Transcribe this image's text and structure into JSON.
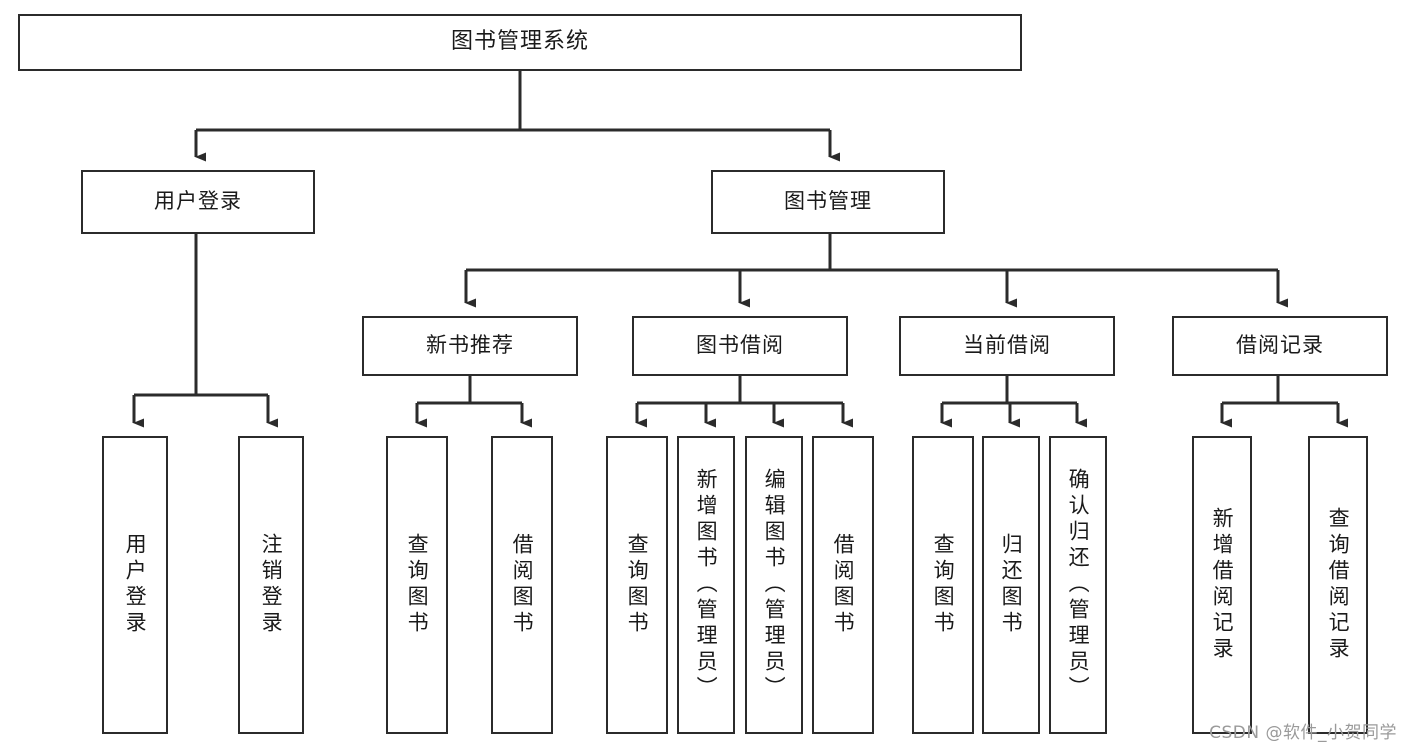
{
  "diagram": {
    "title": "图书管理系统",
    "type": "tree",
    "colors": {
      "box_border": "#2b2b2b",
      "box_fill": "#ffffff",
      "connector": "#2b2b2b",
      "text": "#1a1a1a",
      "watermark": "#9a9a9a",
      "background": "#ffffff"
    },
    "root": {
      "label": "图书管理系统"
    },
    "level2": [
      {
        "label": "用户登录"
      },
      {
        "label": "图书管理"
      }
    ],
    "level3": [
      {
        "label": "新书推荐"
      },
      {
        "label": "图书借阅"
      },
      {
        "label": "当前借阅"
      },
      {
        "label": "借阅记录"
      }
    ],
    "leaves": {
      "user_login": [
        {
          "label": "用户登录"
        },
        {
          "label": "注销登录"
        }
      ],
      "new_book_recommend": [
        {
          "label": "查询图书"
        },
        {
          "label": "借阅图书"
        }
      ],
      "book_borrow": [
        {
          "label": "查询图书"
        },
        {
          "label": "新增图书（管理员）"
        },
        {
          "label": "编辑图书（管理员）"
        },
        {
          "label": "借阅图书"
        }
      ],
      "current_borrow": [
        {
          "label": "查询图书"
        },
        {
          "label": "归还图书"
        },
        {
          "label": "确认归还（管理员）"
        }
      ],
      "borrow_record": [
        {
          "label": "新增借阅记录"
        },
        {
          "label": "查询借阅记录"
        }
      ]
    }
  },
  "watermark": {
    "text": "CSDN @软件_小贺同学"
  }
}
